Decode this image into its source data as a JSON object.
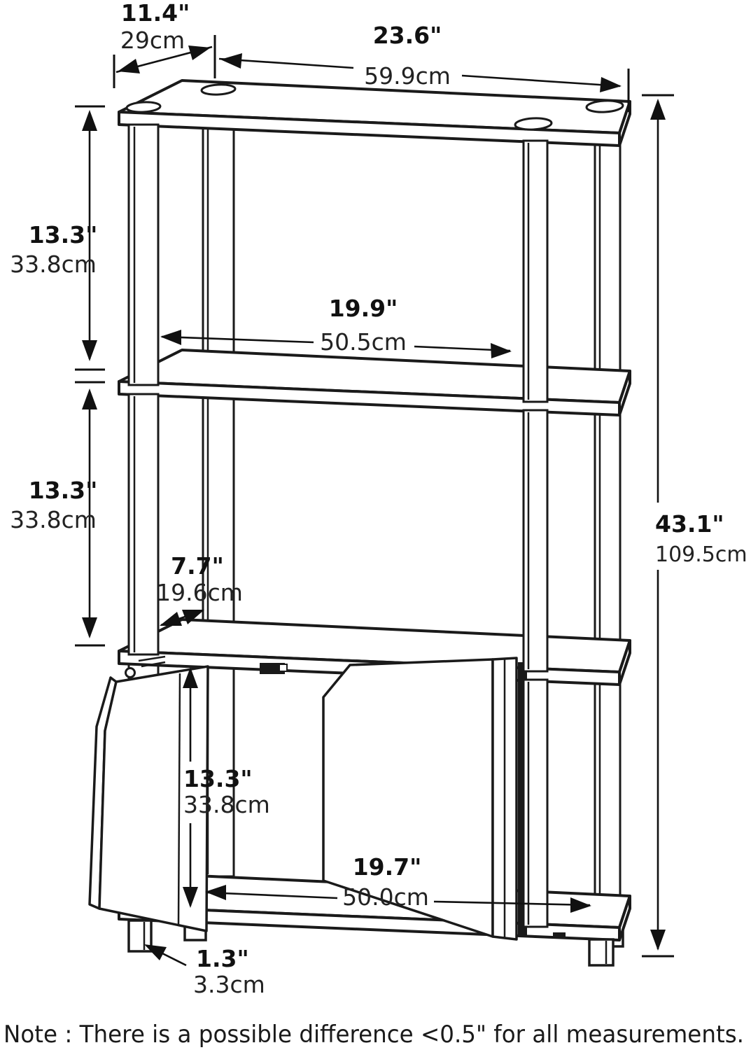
{
  "figure": "furniture-dimension-diagram",
  "colors": {
    "line": "#1a1a1a",
    "background": "#ffffff",
    "arrow": "#111111"
  },
  "dimensions": {
    "top_depth": {
      "inches": "11.4\"",
      "cm": "29cm"
    },
    "top_width": {
      "inches": "23.6\"",
      "cm": "59.9cm"
    },
    "tier1_height": {
      "inches": "13.3\"",
      "cm": "33.8cm"
    },
    "tier2_height": {
      "inches": "13.3\"",
      "cm": "33.8cm"
    },
    "shelf_clear_width": {
      "inches": "19.9\"",
      "cm": "50.5cm"
    },
    "side_clear_depth": {
      "inches": "7.7\"",
      "cm": "19.6cm"
    },
    "total_height": {
      "inches": "43.1\"",
      "cm": "109.5cm"
    },
    "cabinet_height": {
      "inches": "13.3\"",
      "cm": "33.8cm"
    },
    "cabinet_width": {
      "inches": "19.7\"",
      "cm": "50.0cm"
    },
    "foot_height": {
      "inches": "1.3\"",
      "cm": "3.3cm"
    }
  },
  "note": "Note : There is a possible difference <0.5\" for all measurements."
}
